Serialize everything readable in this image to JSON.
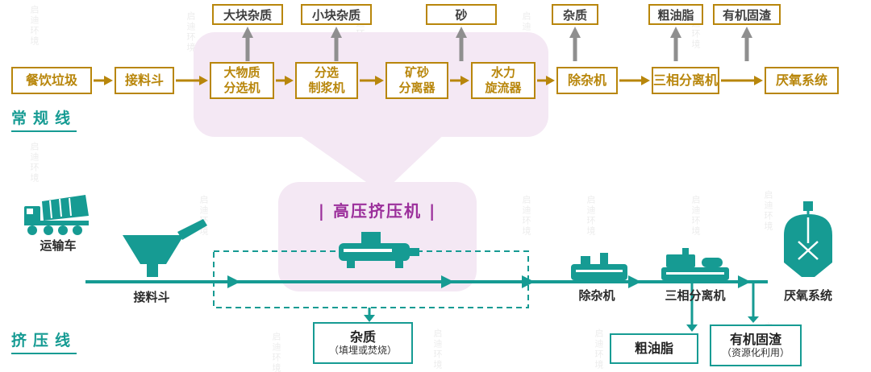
{
  "watermark_text": "启迪环境",
  "colors": {
    "gold": "#b8860b",
    "teal": "#169b93",
    "purple": "#9b2f9b",
    "pink": "#f4e8f4",
    "arrow_gray": "#8f8f8f"
  },
  "conventional": {
    "line_label": "常规线",
    "flow": [
      {
        "l1": "餐饮垃圾"
      },
      {
        "l1": "接料斗"
      },
      {
        "l1": "大物质",
        "l2": "分选机"
      },
      {
        "l1": "分选",
        "l2": "制浆机"
      },
      {
        "l1": "矿砂",
        "l2": "分离器"
      },
      {
        "l1": "水力",
        "l2": "旋流器"
      },
      {
        "l1": "除杂机"
      },
      {
        "l1": "三相分离机"
      },
      {
        "l1": "厌氧系统"
      }
    ],
    "outputs": [
      {
        "label": "大块杂质"
      },
      {
        "label": "小块杂质"
      },
      {
        "label": "砂"
      },
      {
        "label": "杂质"
      },
      {
        "label": "粗油脂"
      },
      {
        "label": "有机固渣"
      }
    ]
  },
  "press": {
    "line_label": "挤压线",
    "highlight_label": "| 高压挤压机 |",
    "stations": [
      {
        "label": "运输车"
      },
      {
        "label": "接料斗"
      },
      {
        "label": "除杂机"
      },
      {
        "label": "三相分离机"
      },
      {
        "label": "厌氧系统"
      }
    ],
    "outputs": [
      {
        "title": "杂质",
        "subtitle": "（填埋或焚烧）"
      },
      {
        "title": "粗油脂",
        "subtitle": ""
      },
      {
        "title": "有机固渣",
        "subtitle": "（资源化利用）"
      }
    ]
  }
}
